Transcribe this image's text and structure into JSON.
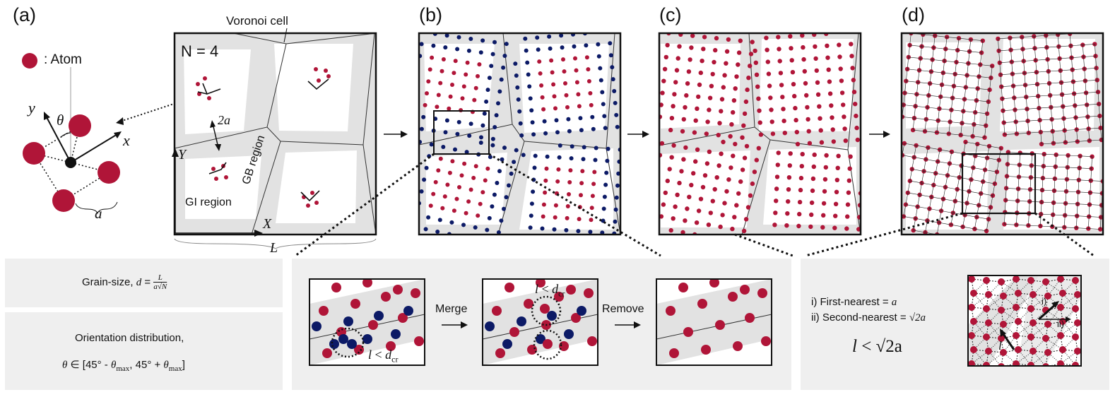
{
  "panels": {
    "a": "(a)",
    "b": "(b)",
    "c": "(c)",
    "d": "(d)"
  },
  "legend": {
    "atom_label": ": Atom"
  },
  "axes": {
    "x": "x",
    "y": "y",
    "theta": "θ",
    "a": "a",
    "X": "X",
    "Y": "Y",
    "L": "L"
  },
  "voronoi": {
    "title": "Voronoi cell",
    "n_label": "N = 4",
    "spacing": "2a",
    "gi_region": "GI region",
    "gb_region": "GB region"
  },
  "grain_box": {
    "label": "Grain-size,",
    "d": "d",
    "eq": "=",
    "num": "L",
    "den_a": "a",
    "den_n": "N"
  },
  "orientation_box": {
    "title": "Orientation distribution,",
    "expr_theta": "θ",
    "expr_in": "∈ [45° - ",
    "theta_max_1": "θ",
    "sub_max": "max",
    "comma": ", 45° + ",
    "close": "]"
  },
  "merge_box": {
    "merge": "Merge",
    "remove": "Remove",
    "l": "l",
    "lt": " < ",
    "d": "d",
    "sub_cr": "cr"
  },
  "neighbor_box": {
    "first": "i) First-nearest = ",
    "first_a": "a",
    "second": "ii) Second-nearest = ",
    "second_a": "√2a",
    "ineq_l": "l",
    "ineq_rest": " < √2a",
    "mark_i": "i)",
    "mark_ii": "ii)",
    "mark_l": "l"
  },
  "colors": {
    "atom_red": "#b01538",
    "atom_blue": "#0c1a66",
    "gb_gray": "#e2e2e2",
    "box_gray": "#efefef"
  }
}
